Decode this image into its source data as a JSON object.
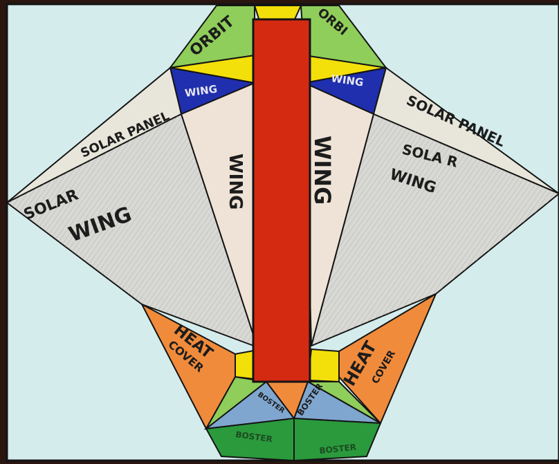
{
  "labels": {
    "orbiter_left": "ORBIT",
    "orbiter_right": "ORBI",
    "wing_small_left": "WING",
    "wing_small_right": "WING",
    "solar_panel_left": "SOLAR PANEL",
    "solar_panel_right": "SOLAR PANEL",
    "solar_left_1": "SOLAR",
    "solar_left_2": "WING",
    "solar_right_1": "SOLA R",
    "solar_right_2": "WING",
    "wing_center_left": "WING",
    "wing_center_right": "WING",
    "heat_left_1": "HEAT",
    "heat_left_2": "COVER",
    "heat_right_1": "HEAT",
    "heat_right_2": "COVER",
    "booster_left": "BOSTER",
    "booster_right": "BOSTER",
    "booster_bottom_left": "BOSTER",
    "booster_bottom_right": "BOSTER"
  },
  "colors": {
    "paper": "#d5ecec",
    "frame": "#141414",
    "red_body": "#d42a12",
    "yellow": "#f3df0a",
    "green": "#8fce5a",
    "dark_green": "#2a9a3c",
    "blue": "#1f2fae",
    "light_blue": "#7fa6cf",
    "orange": "#f08b3c",
    "solar_gray": "#d8d8d4",
    "panel_cream": "#e8e6da"
  }
}
